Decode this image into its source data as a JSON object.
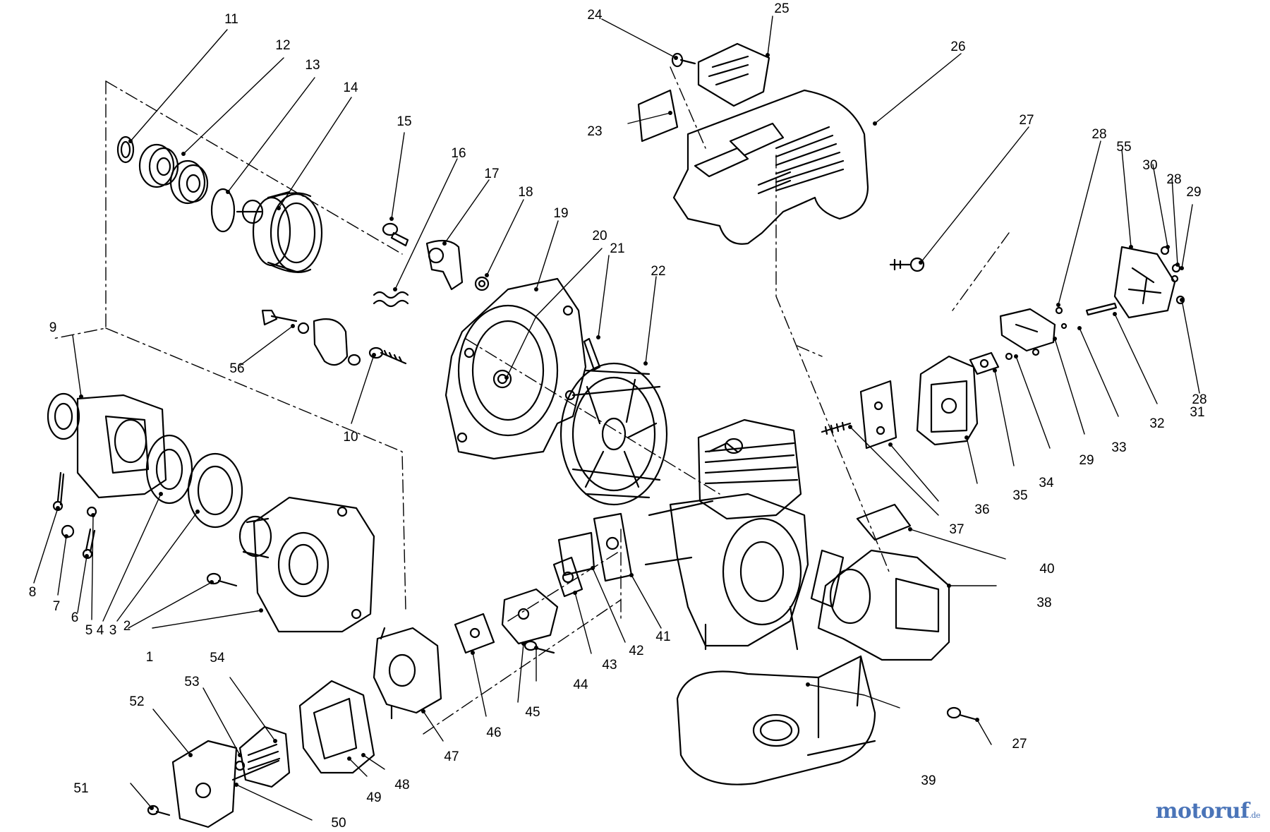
{
  "diagram": {
    "style": "exploded parts diagram, black line art on white",
    "labels": [
      "1",
      "2",
      "3",
      "4",
      "5",
      "6",
      "7",
      "8",
      "9",
      "10",
      "11",
      "12",
      "13",
      "14",
      "15",
      "16",
      "17",
      "18",
      "19",
      "20",
      "21",
      "22",
      "23",
      "24",
      "25",
      "26",
      "27",
      "28",
      "29",
      "30",
      "31",
      "32",
      "33",
      "34",
      "35",
      "36",
      "37",
      "38",
      "39",
      "40",
      "41",
      "42",
      "43",
      "44",
      "45",
      "46",
      "47",
      "48",
      "49",
      "50",
      "51",
      "52",
      "53",
      "54",
      "55",
      "56"
    ],
    "duplicate_labels": [
      "27",
      "28",
      "28",
      "29"
    ],
    "parts": [
      {
        "id": "flat-washer",
        "label": "11"
      },
      {
        "id": "ball-bearing",
        "label": "12"
      },
      {
        "id": "retaining-ring",
        "label": "13"
      },
      {
        "id": "clutch-drum",
        "label": "14"
      },
      {
        "id": "pivot-screw",
        "label": "15"
      },
      {
        "id": "torsion-spring",
        "label": "16"
      },
      {
        "id": "trigger-lever",
        "label": "17"
      },
      {
        "id": "nut",
        "label": "18"
      },
      {
        "id": "fan-housing",
        "label": "19"
      },
      {
        "id": "flywheel-nut",
        "label": "20"
      },
      {
        "id": "stud",
        "label": "21"
      },
      {
        "id": "flywheel",
        "label": "22"
      },
      {
        "id": "decal",
        "label": "23"
      },
      {
        "id": "screw",
        "label": "24"
      },
      {
        "id": "spark-plug-cap",
        "label": "25"
      },
      {
        "id": "engine-cover",
        "label": "26"
      },
      {
        "id": "muffler-cover",
        "label": "55"
      },
      {
        "id": "muffler",
        "label": "36"
      },
      {
        "id": "cylinder",
        "label": "37"
      },
      {
        "id": "fuel-tank",
        "label": "39"
      },
      {
        "id": "gear-head",
        "label": "9"
      },
      {
        "id": "clutch-housing",
        "label": "1"
      },
      {
        "id": "carburetor",
        "label": "47"
      },
      {
        "id": "air-filter-cover",
        "label": "52"
      }
    ],
    "watermark": {
      "brand": "motoruf",
      "tld": ".de"
    }
  }
}
